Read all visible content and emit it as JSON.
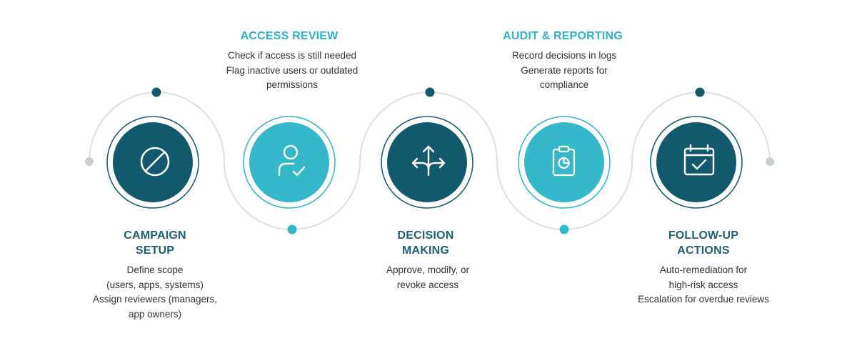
{
  "colors": {
    "dark": "#12596e",
    "light": "#35b8c9",
    "dark_ring": "#1d5f73",
    "light_ring": "#35b8c9",
    "track": "#d9e1e1",
    "dot_grey": "#c8cfcf",
    "title_dark": "#1d5f73",
    "title_light": "#2fb2c7",
    "text": "#333333"
  },
  "steps": [
    {
      "id": "campaign-setup",
      "icon": "prohibit-icon",
      "theme": "dark",
      "title_lines": [
        "CAMPAIGN",
        "SETUP"
      ],
      "desc_lines": [
        "Define scope",
        "(users, apps, systems)",
        "Assign reviewers (managers,",
        "app owners)"
      ]
    },
    {
      "id": "access-review",
      "icon": "user-check-icon",
      "theme": "light",
      "title_lines": [
        "ACCESS REVIEW"
      ],
      "desc_lines": [
        "Check if access is still needed",
        "Flag inactive users or outdated",
        "permissions"
      ]
    },
    {
      "id": "decision-making",
      "icon": "split-arrows-icon",
      "theme": "dark",
      "title_lines": [
        "DECISION",
        "MAKING"
      ],
      "desc_lines": [
        "Approve, modify, or",
        "revoke access"
      ]
    },
    {
      "id": "audit-reporting",
      "icon": "clipboard-chart-icon",
      "theme": "light",
      "title_lines": [
        "AUDIT & REPORTING"
      ],
      "desc_lines": [
        "Record decisions in logs",
        "Generate reports for",
        "compliance"
      ]
    },
    {
      "id": "follow-up-actions",
      "icon": "calendar-check-icon",
      "theme": "dark",
      "title_lines": [
        "FOLLOW-UP",
        "ACTIONS"
      ],
      "desc_lines": [
        "Auto-remediation for",
        "high-risk access",
        "Escalation for overdue reviews"
      ]
    }
  ]
}
